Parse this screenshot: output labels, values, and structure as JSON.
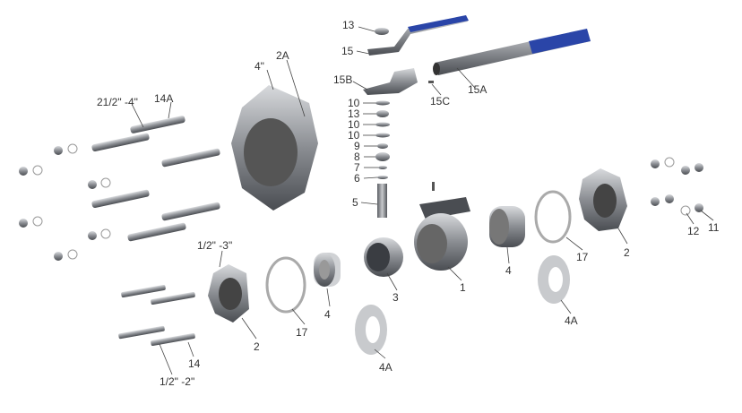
{
  "title": "Ball valve exploded view",
  "colors": {
    "handle_grip": "#2a45a8",
    "metal": "#8a8d92"
  },
  "labels": {
    "nut_13_top": "13",
    "handle_15": "15",
    "handle_base_15B": "15B",
    "handle_tube_15A": "15A",
    "pin_15C": "15C",
    "washer_10a": "10",
    "nut_13": "13",
    "washer_10b": "10",
    "washer_10c": "10",
    "part_9": "9",
    "part_8": "8",
    "part_7": "7",
    "part_6": "6",
    "stem_5": "5",
    "size_4in": "4\"",
    "flange_2A": "2A",
    "size_2half_4": "21/2\"  -4\"",
    "bolt_14A": "14A",
    "size_half_3": "1/2\"  -3\"",
    "flange_2_left": "2",
    "gasket_17_left": "17",
    "seat_4_left": "4",
    "ball_3": "3",
    "body_1": "1",
    "seat_4_right": "4",
    "gasket_17_right": "17",
    "flange_2_right": "2",
    "washer_12": "12",
    "nut_11": "11",
    "ring_4A_left": "4A",
    "ring_4A_right": "4A",
    "bolt_14": "14",
    "size_half_2": "1/2\"  -2\""
  }
}
